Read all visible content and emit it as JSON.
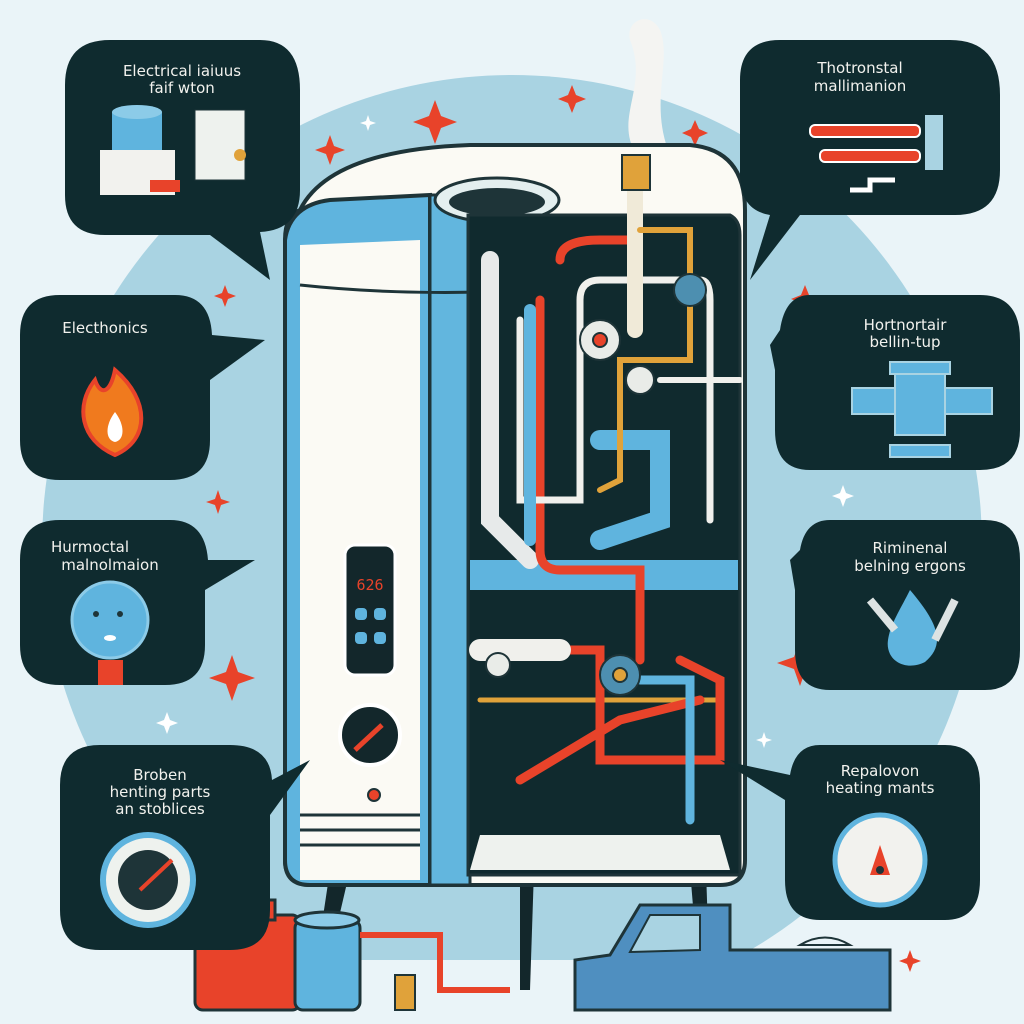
{
  "colors": {
    "background": "#eaf4f8",
    "circle": "#a9d3e2",
    "bubble": "#0f2b2f",
    "accent_red": "#e8432a",
    "pipe_blue": "#5fb7df",
    "brass": "#e0a23a"
  },
  "callouts": [
    {
      "id": "electrical",
      "line1": "Electrical iaiuus",
      "line2": "faif wton",
      "icon": "electrical-components-icon"
    },
    {
      "id": "thermostat-top",
      "line1": "Thotronstal",
      "line2": "mallimanion",
      "icon": "heating-element-icon"
    },
    {
      "id": "electronics",
      "line1": "Electhonics",
      "line2": "",
      "icon": "flame-icon"
    },
    {
      "id": "hortnortair",
      "line1": "Hortnortair",
      "line2": "bellin-tup",
      "icon": "pipe-fitting-icon"
    },
    {
      "id": "hurmoctal",
      "line1": "Hurmoctal",
      "line2": "malnolmaion",
      "icon": "sad-thermostat-icon"
    },
    {
      "id": "riminenal",
      "line1": "Riminenal",
      "line2": "belning ergons",
      "icon": "water-drop-wrench-icon"
    },
    {
      "id": "broken",
      "line1": "Broben",
      "line2": "henting parts",
      "line3": "an stoblices",
      "icon": "gauge-icon"
    },
    {
      "id": "repalovon",
      "line1": "Repalovon",
      "line2": "heating mants",
      "icon": "pressure-gauge-icon"
    }
  ],
  "heater": {
    "display_value": "626"
  }
}
